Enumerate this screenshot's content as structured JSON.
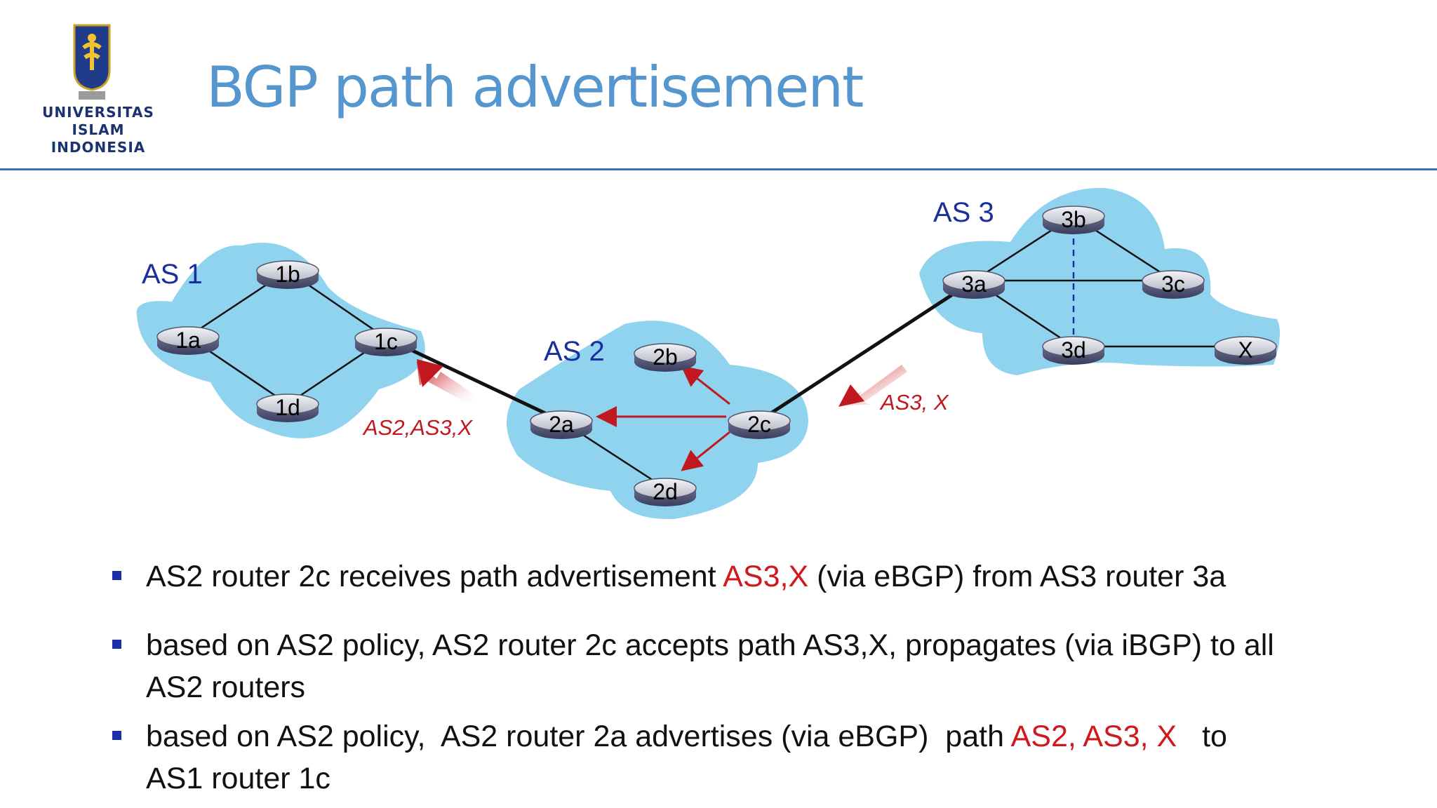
{
  "logo": {
    "lines": [
      "UNIVERSITAS",
      "ISLAM",
      "INDONESIA"
    ]
  },
  "title": "BGP path advertisement",
  "diagram": {
    "as_labels": [
      "AS 1",
      "AS 2",
      "AS 3"
    ],
    "routers": {
      "r1a": "1a",
      "r1b": "1b",
      "r1c": "1c",
      "r1d": "1d",
      "r2a": "2a",
      "r2b": "2b",
      "r2c": "2c",
      "r2d": "2d",
      "r3a": "3a",
      "r3b": "3b",
      "r3c": "3c",
      "r3d": "3d",
      "rX": "X"
    },
    "advertisements": {
      "from_as3": "AS3, X",
      "from_as2": "AS2,AS3,X"
    },
    "colors": {
      "cloud": "#8fd3ee",
      "text_blue": "#1a2e9c",
      "red": "#c0181e",
      "title_blue": "#5596cf"
    }
  },
  "bullets": [
    {
      "pre": "AS2 router 2c receives path advertisement ",
      "highlight": "AS3,X",
      "post": " (via eBGP) from AS3 router 3a"
    },
    {
      "line1": "based on AS2 policy, AS2 router 2c accepts path AS3,X, propagates (via iBGP) to all",
      "line2": "AS2 routers"
    },
    {
      "pre": "based on AS2 policy,  AS2 router 2a advertises (via eBGP)  path ",
      "highlight": "AS2, AS3, X",
      "post": "   to",
      "line2": "AS1 router 1c"
    }
  ]
}
